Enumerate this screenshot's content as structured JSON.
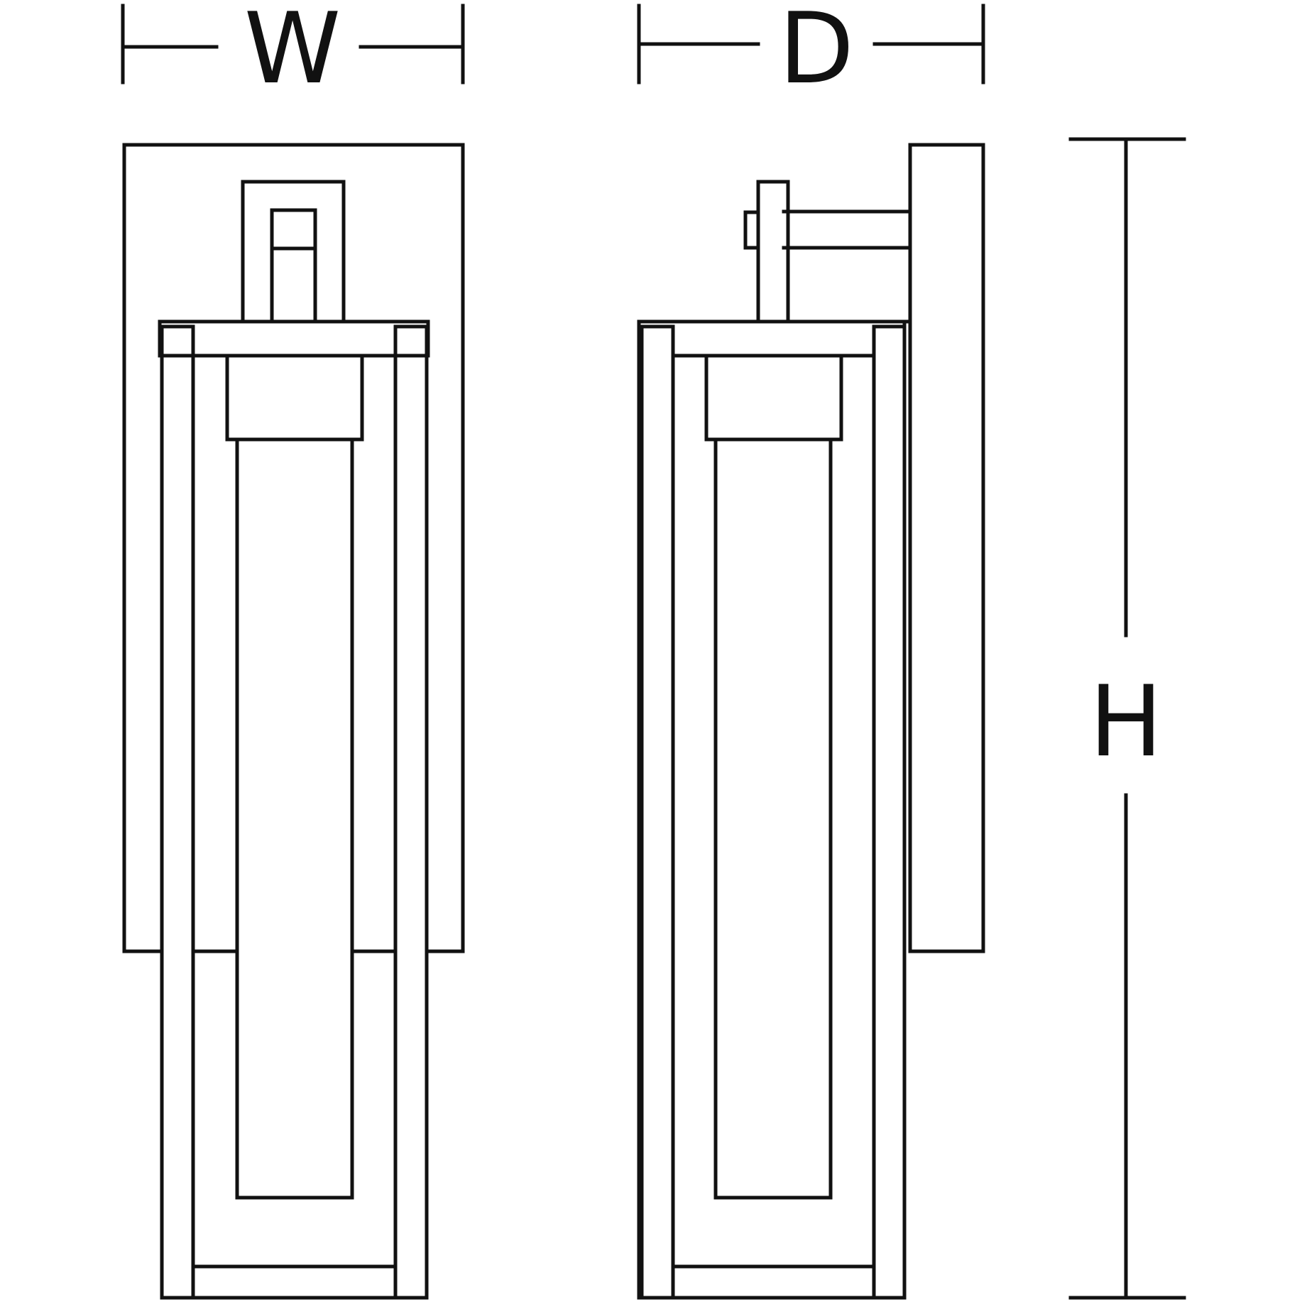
{
  "dimensions": {
    "width_label": "W",
    "depth_label": "D",
    "height_label": "H"
  },
  "colors": {
    "line": "#111111",
    "background": "#ffffff"
  }
}
